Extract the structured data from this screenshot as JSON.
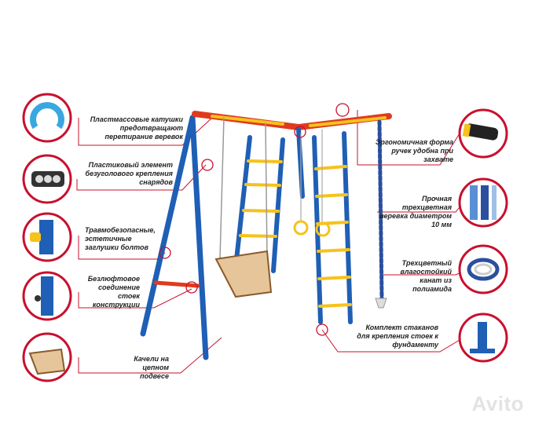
{
  "labels_left": [
    {
      "id": "rollers",
      "text": "Пластмассовые катушки предотвращают перетирание веревок"
    },
    {
      "id": "plastic-element",
      "text": "Пластиковый элемент безуголового крепления снарядов"
    },
    {
      "id": "plugs",
      "text": "Травмобезопасные, эстетичные заглушки болтов"
    },
    {
      "id": "joint",
      "text": "Безлюфтовое соединение стоек конструкции"
    },
    {
      "id": "swing",
      "text": "Качели на цепном подвесе"
    }
  ],
  "labels_right": [
    {
      "id": "handles",
      "text": "Эргономичная форма ручек удобна при захвате"
    },
    {
      "id": "rope",
      "text": "Прочная трехцветная веревка диаметром 10 мм"
    },
    {
      "id": "climb-rope",
      "text": "Трехцветный влагостойкий канат из полиамида"
    },
    {
      "id": "cups",
      "text": "Комплект стаканов для крепления стоек к фундаменту"
    }
  ],
  "watermark": {
    "text": "Avito"
  },
  "colors": {
    "accent": "#c8102e",
    "frame_blue": "#1f5fb5",
    "frame_red": "#e03a1e",
    "frame_yellow": "#f6c21c"
  }
}
